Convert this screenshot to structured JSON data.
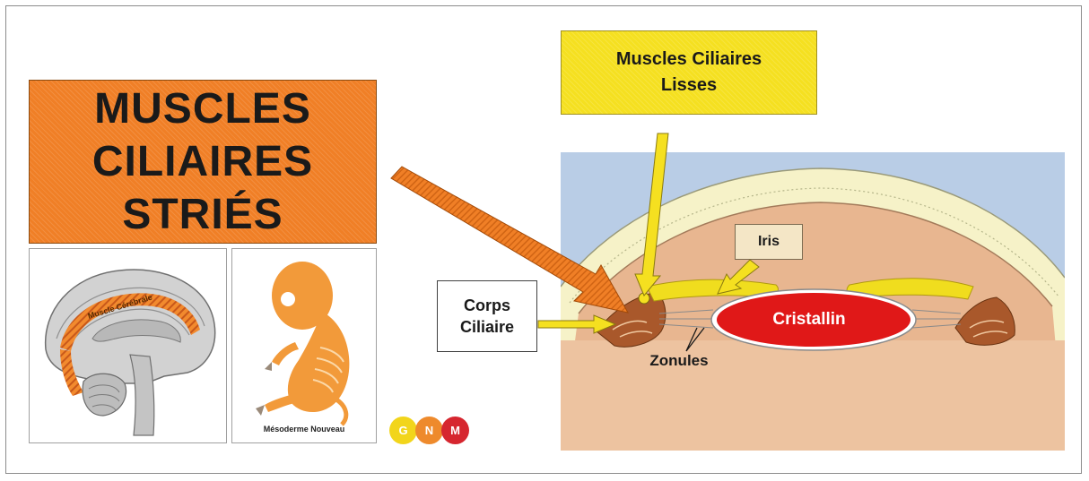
{
  "title": {
    "lines": [
      "MUSCLES",
      "CILIAIRES",
      "STRIÉS"
    ]
  },
  "brain_thumbnail": {
    "label": "Muscle Cérébrale"
  },
  "embryo_thumbnail": {
    "caption": "Mésoderme Nouveau"
  },
  "logo": {
    "letters": [
      "G",
      "N",
      "M"
    ]
  },
  "labels": {
    "lisses_line1": "Muscles Ciliaires",
    "lisses_line2": "Lisses",
    "iris": "Iris",
    "corps_line1": "Corps",
    "corps_line2": "Ciliaire",
    "cristallin": "Cristallin",
    "zonules": "Zonules"
  },
  "colors": {
    "title_fill": "#f07f26",
    "lisses_fill": "#f5e020",
    "lens_fill": "#e01818",
    "sky": "#b9cde6",
    "tissue": "#e8b690",
    "muscle": "#a9582b"
  }
}
